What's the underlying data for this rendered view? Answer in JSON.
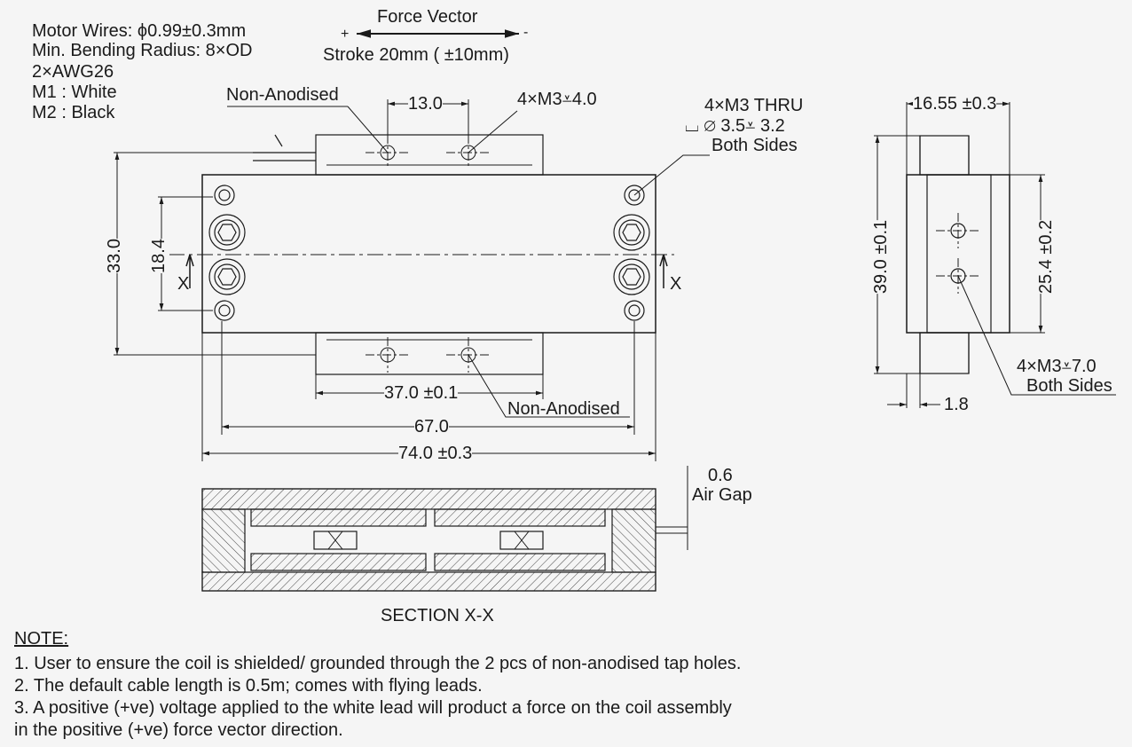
{
  "specs": {
    "motor_wires": "Motor Wires: ϕ0.99±0.3mm",
    "bending_radius": "Min. Bending Radius: 8×OD",
    "awg": "2×AWG26",
    "m1": "M1 : White",
    "m2": "M2 : Black"
  },
  "force": {
    "title": "Force Vector",
    "plus": "+",
    "minus": "-",
    "stroke": "Stroke 20mm ( ±10mm)"
  },
  "callouts": {
    "non_anodised_top": "Non-Anodised",
    "non_anodised_bottom": "Non-Anodised",
    "tap_holes": "4×M3⩡4.0",
    "thru_line1": "4×M3 THRU",
    "thru_line2": "⌴ ∅ 3.5⩡ 3.2",
    "thru_line3": "Both Sides",
    "side_tap_line1": "4×M3⩡7.0",
    "side_tap_line2": "Both Sides",
    "air_gap_value": "0.6",
    "air_gap_label": "Air Gap"
  },
  "dimensions": {
    "d13": "13.0",
    "d33": "33.0",
    "d18_4": "18.4",
    "d37": "37.0 ±0.1",
    "d67": "67.0",
    "d74": "74.0 ±0.3",
    "d16_55": "16.55 ±0.3",
    "d39": "39.0 ±0.1",
    "d25_4": "25.4 ±0.2",
    "d1_8": "1.8",
    "x_left": "X",
    "x_right": "X"
  },
  "section_title": "SECTION X-X",
  "notes": {
    "heading": "NOTE:",
    "n1": "1. User to ensure the coil is shielded/ grounded through the 2 pcs of non-anodised tap holes.",
    "n2": "2. The default cable length is 0.5m; comes with flying leads.",
    "n3": "3. A positive (+ve) voltage applied to the white lead will product a force on the coil assembly",
    "n4": "in the positive (+ve) force vector direction."
  },
  "colors": {
    "line": "#1a1a1a",
    "background": "#f5f5f5"
  }
}
